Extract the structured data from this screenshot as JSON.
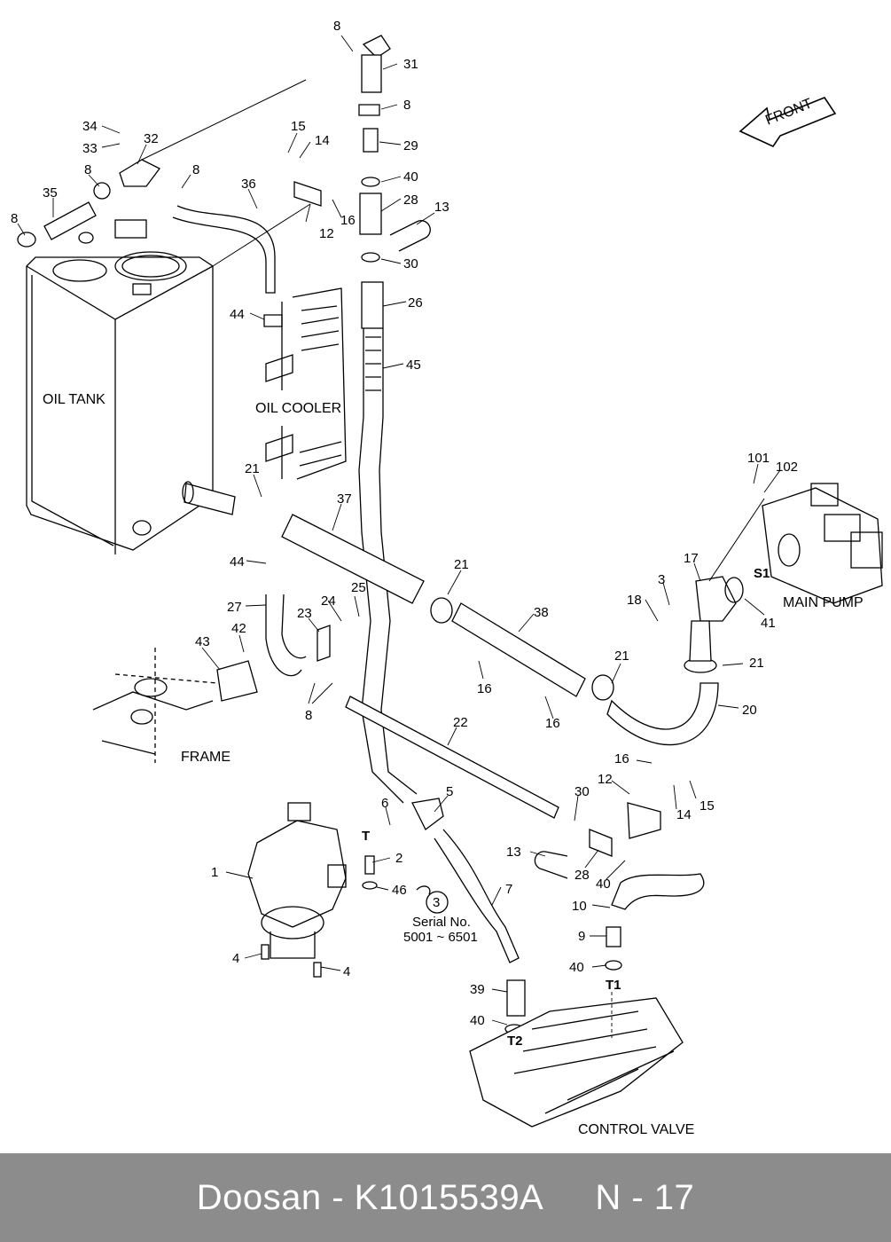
{
  "footer": {
    "brand": "Doosan",
    "separator": " - ",
    "part_number": "K1015539A",
    "page_ref": "N - 17"
  },
  "labels": {
    "oil_tank": "OIL TANK",
    "oil_cooler": "OIL COOLER",
    "frame": "FRAME",
    "main_pump": "MAIN PUMP",
    "control_valve": "CONTROL VALVE",
    "front": "FRONT",
    "serial_no": "Serial No.",
    "serial_range": "5001 ~ 6501",
    "circle_ref": "3",
    "port_t": "T",
    "port_t1": "T1",
    "port_t2": "T2",
    "port_s1": "S1"
  },
  "part_numbers": [
    "8",
    "31",
    "8",
    "29",
    "40",
    "28",
    "13",
    "30",
    "26",
    "45",
    "34",
    "33",
    "32",
    "8",
    "8",
    "35",
    "8",
    "36",
    "15",
    "14",
    "12",
    "16",
    "44",
    "21",
    "44",
    "27",
    "24",
    "25",
    "23",
    "42",
    "43",
    "8",
    "37",
    "21",
    "38",
    "16",
    "16",
    "21",
    "101",
    "102",
    "17",
    "3",
    "18",
    "41",
    "21",
    "20",
    "22",
    "16",
    "12",
    "30",
    "14",
    "15",
    "13",
    "28",
    "40",
    "10",
    "9",
    "40",
    "6",
    "5",
    "2",
    "1",
    "46",
    "4",
    "4",
    "7",
    "39",
    "40"
  ]
}
